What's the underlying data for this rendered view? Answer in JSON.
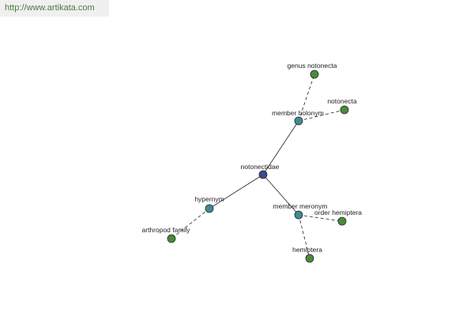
{
  "source": {
    "url_text": "http://www.artikata.com"
  },
  "colors": {
    "center": "#3b4a8c",
    "relation": "#3f8a94",
    "leaf": "#4a8a3c"
  },
  "graph": {
    "center": "notonectidae",
    "relations": [
      {
        "id": "member-holonym",
        "label": "member holonym",
        "targets": [
          "genus notonecta",
          "notonecta"
        ]
      },
      {
        "id": "hypernym",
        "label": "hypernym",
        "targets": [
          "arthropod family"
        ]
      },
      {
        "id": "member-meronym",
        "label": "member meronym",
        "targets": [
          "order hemiptera",
          "hemiptera"
        ]
      }
    ]
  }
}
